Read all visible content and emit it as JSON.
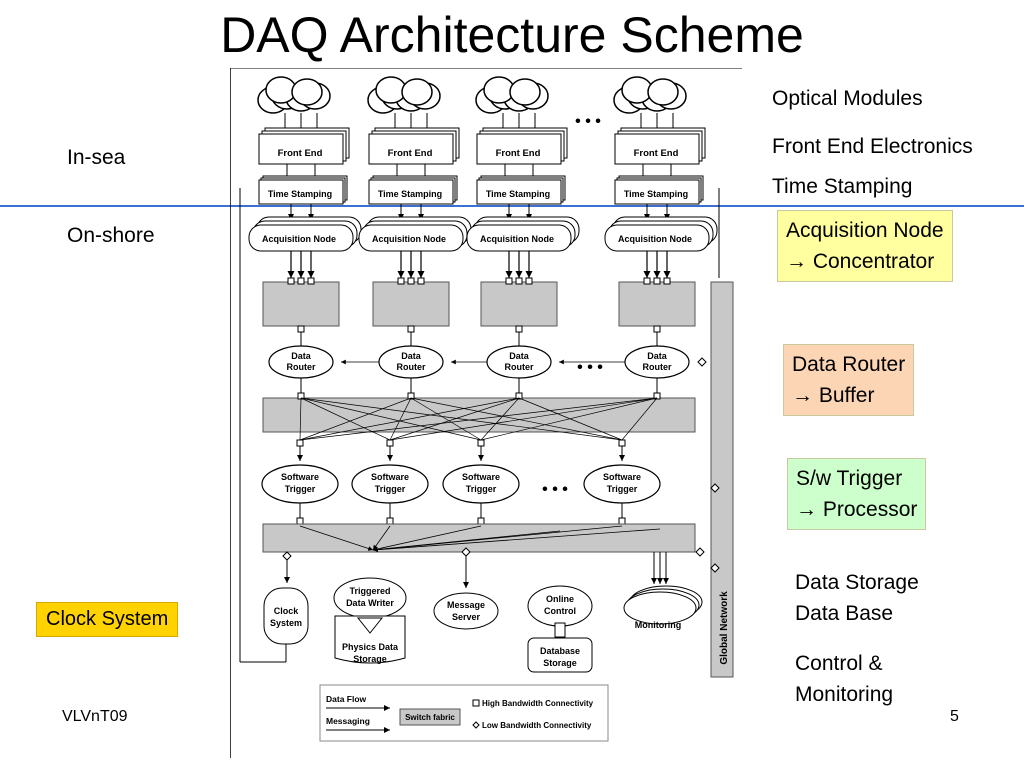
{
  "slide": {
    "title": "DAQ Architecture Scheme",
    "in_sea": "In-sea",
    "on_shore": "On-shore",
    "clock_system": "Clock System",
    "footer_left": "VLVnT09",
    "page_number": "5"
  },
  "right_labels": {
    "optical_modules": "Optical Modules",
    "front_end_electronics": "Front End Electronics",
    "time_stamping": "Time Stamping",
    "acq_node_line1": "Acquisition Node",
    "acq_node_line2": "→ Concentrator",
    "data_router_line1": "Data Router",
    "data_router_line2": "→ Buffer",
    "sw_trigger_line1": "S/w Trigger",
    "sw_trigger_line2": "→ Processor",
    "data_storage": "Data Storage",
    "data_base": "Data Base",
    "control": "Control &",
    "monitoring": "Monitoring"
  },
  "diagram": {
    "front_end": "Front End",
    "time_stamping": "Time Stamping",
    "acquisition_node": "Acquisition Node",
    "data": "Data",
    "router": "Router",
    "software": "Software",
    "trigger": "Trigger",
    "ellipsis": "• • •",
    "clock": "Clock",
    "system": "System",
    "triggered": "Triggered",
    "data_writer": "Data Writer",
    "physics_data": "Physics Data",
    "storage": "Storage",
    "message": "Message",
    "server": "Server",
    "online": "Online",
    "control": "Control",
    "database": "Database",
    "monitoring": "Monitoring",
    "global_network": "Global Network",
    "legend_data_flow": "Data Flow",
    "legend_messaging": "Messaging",
    "legend_switch_fabric": "Switch fabric",
    "legend_high_bw": "High Bandwidth Connectivity",
    "legend_low_bw": "Low Bandwidth Connectivity"
  },
  "colors": {
    "separator": "#3a6fd8",
    "acq_box": "#ffffa0",
    "router_box": "#fcd5b4",
    "trigger_box": "#ccffcc",
    "clock_box": "#ffd200",
    "fabric": "#c8c8c8"
  }
}
